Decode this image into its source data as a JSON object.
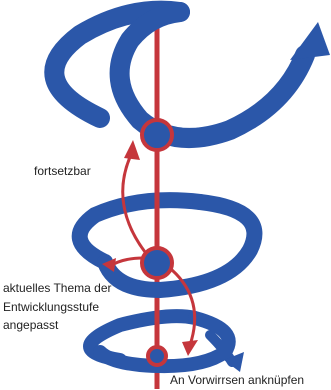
{
  "colors": {
    "spiral": "#2b57a9",
    "axis": "#c5363c",
    "arrows": "#c5363c"
  },
  "icons": {
    "axis": "vertical-axis-line",
    "spiral": "spiral-ribbon",
    "nodes": "circle-node",
    "arrows": "curved-arrow"
  },
  "labels": {
    "fortsetzbar": "fortsetzbar",
    "aktuelles": "aktuelles Thema der\nEntwicklungsstufe\nangepasst",
    "anknuepfen": "An Vorwirrsen anknüpfen"
  }
}
